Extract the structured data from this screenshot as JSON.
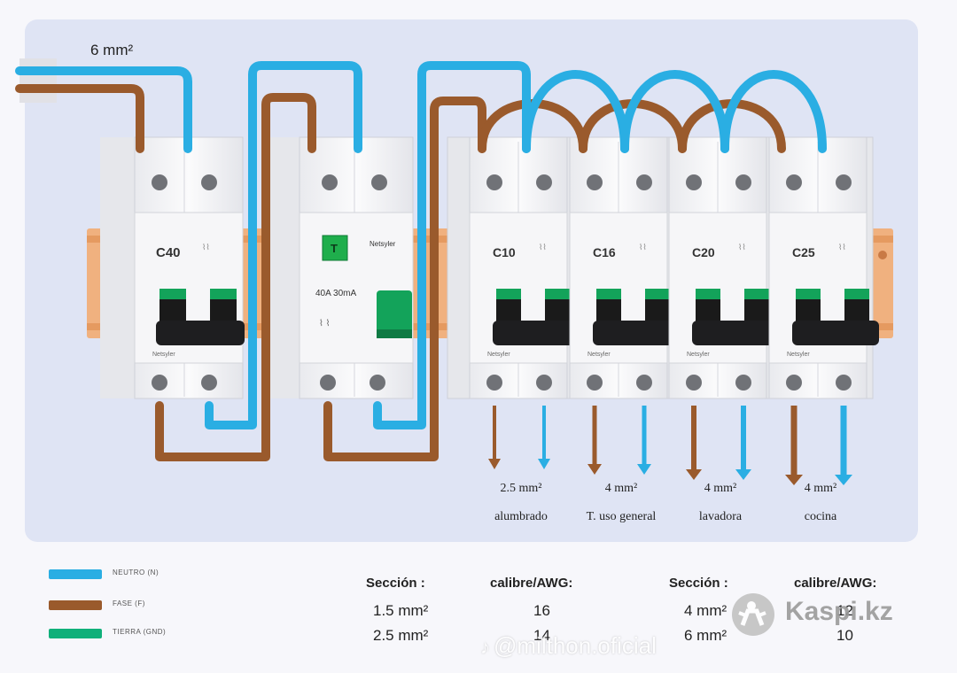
{
  "diagram": {
    "supply_label": "6 mm²",
    "main_breaker": {
      "rating": "C40",
      "brand": "Netsyler"
    },
    "rcd": {
      "rating": "40A 30mA",
      "brand": "Netsyler",
      "test_label": "T"
    },
    "breakers": [
      {
        "rating": "C10",
        "section": "2.5 mm²",
        "circuit": "alumbrado"
      },
      {
        "rating": "C16",
        "section": "4 mm²",
        "circuit": "T. uso general"
      },
      {
        "rating": "C20",
        "section": "4 mm²",
        "circuit": "lavadora"
      },
      {
        "rating": "C25",
        "section": "4 mm²",
        "circuit": "cocina"
      }
    ],
    "breaker_brand": "Netsyler"
  },
  "legend": [
    {
      "label": "NEUTRO (N)",
      "color": "#2aaee3"
    },
    {
      "label": "FASE (F)",
      "color": "#9a5a2c"
    },
    {
      "label": "TIERRA (GND)",
      "color": "#10b07a"
    }
  ],
  "tables": [
    {
      "head_section": "Sección :",
      "head_awg": "calibre/AWG:",
      "rows": [
        {
          "section": "1.5 mm²",
          "awg": "16"
        },
        {
          "section": "2.5 mm²",
          "awg": "14"
        }
      ]
    },
    {
      "head_section": "Sección :",
      "head_awg": "calibre/AWG:",
      "rows": [
        {
          "section": "4 mm²",
          "awg": "12"
        },
        {
          "section": "6 mm²",
          "awg": "10"
        }
      ]
    }
  ],
  "watermarks": {
    "tiktok": "@milthon.oficial",
    "kaspi": "Kaspi.kz"
  },
  "colors": {
    "neutral": "#2aaee3",
    "phase": "#9a5a2c",
    "earth": "#10b07a",
    "switch_green": "#13a35a"
  }
}
